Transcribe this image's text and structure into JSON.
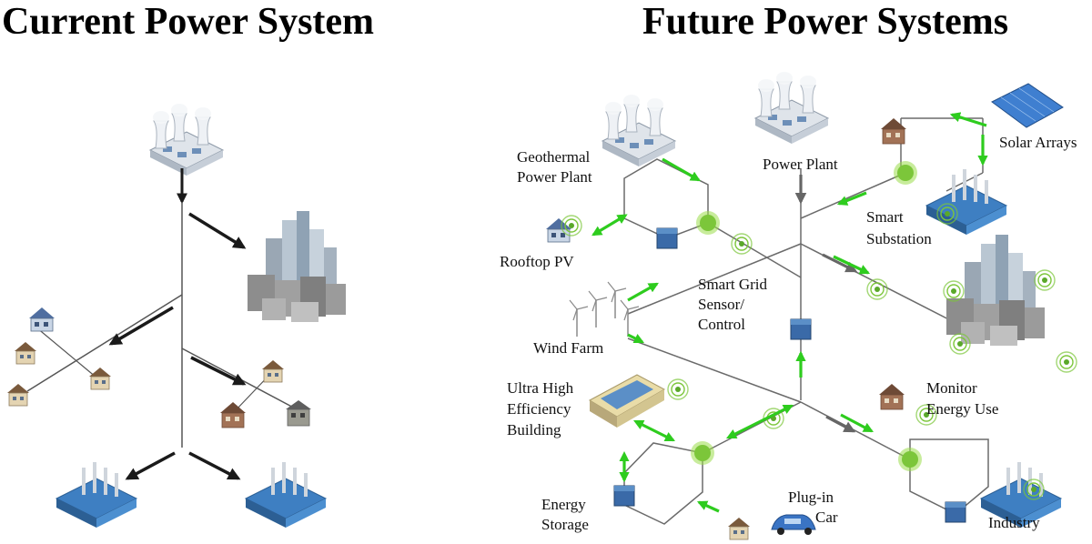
{
  "titles": {
    "current": "Current Power System",
    "future": "Future Power Systems"
  },
  "labels": {
    "geothermal": [
      "Geothermal",
      "Power Plant"
    ],
    "power_plant": "Power Plant",
    "solar_arrays": "Solar Arrays",
    "smart_substation": [
      "Smart",
      "Substation"
    ],
    "rooftop_pv": "Rooftop PV",
    "smart_grid": [
      "Smart Grid",
      "Sensor/",
      "Control"
    ],
    "wind_farm": "Wind Farm",
    "ultra_building": [
      "Ultra High",
      "Efficiency",
      "Building"
    ],
    "monitor_energy": [
      "Monitor",
      "Energy Use"
    ],
    "energy_storage": [
      "Energy",
      "Storage"
    ],
    "plug_in_car": [
      "Plug-in",
      "Car"
    ],
    "industry": "Industry"
  },
  "colors": {
    "flow_arrow_current": "#1a1a1a",
    "flow_arrow_future": "#2ecc1e",
    "grid_line": "#6b6b6b",
    "smart_node": "#8fd63a",
    "storage_node": "#3a6aa8",
    "factory_roof": "#5b8fc7"
  },
  "icons": [
    "power-plant-icon",
    "city-icon",
    "house-icon",
    "factory-icon",
    "solar-panel-icon",
    "wind-turbine-icon",
    "car-icon",
    "signal-sensor-icon",
    "smart-node-icon",
    "storage-cube-icon"
  ]
}
